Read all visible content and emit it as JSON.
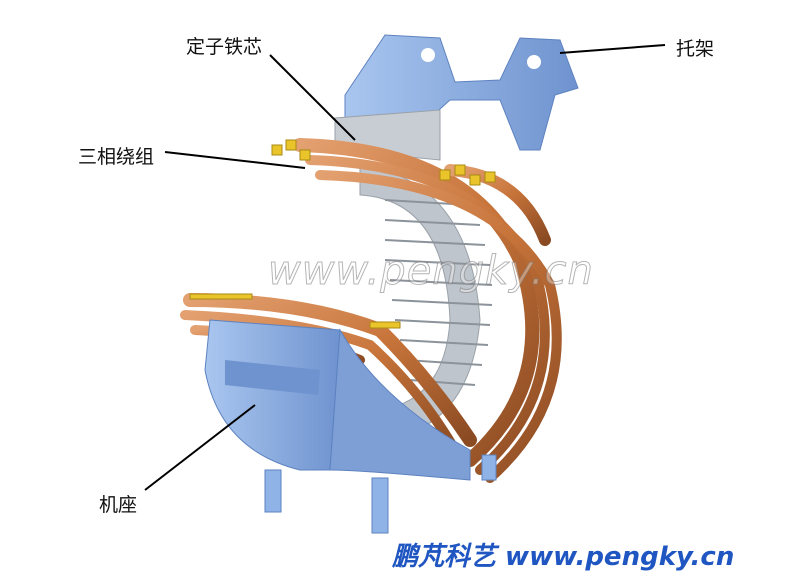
{
  "labels": {
    "stator_core": "定子铁芯",
    "bracket": "托架",
    "three_phase_winding": "三相绕组",
    "base": "机座"
  },
  "watermark": "www.pengky.cn",
  "brand": "鹏芃科艺 www.pengky.cn",
  "colors": {
    "frame_blue": "#8fb3e6",
    "frame_blue_dark": "#5d82c0",
    "copper": "#c7743a",
    "copper_dark": "#8a4a22",
    "lamination": "#c8cdd3",
    "insulation_yellow": "#e9c42a",
    "brand_blue": "#1f56c2"
  }
}
